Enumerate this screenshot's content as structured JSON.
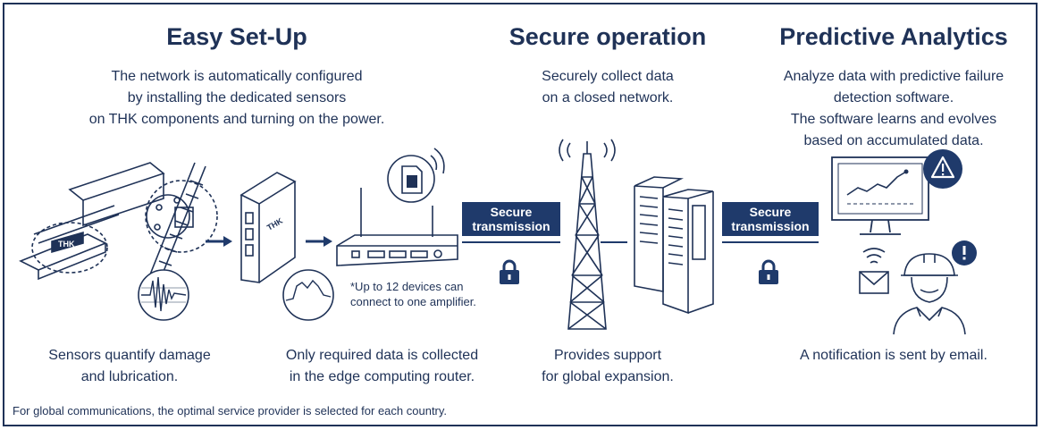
{
  "sections": {
    "easy_setup": {
      "title": "Easy Set-Up",
      "description": "The network is automatically configured\nby installing the dedicated sensors\non THK components and turning on the power."
    },
    "secure_operation": {
      "title": "Secure operation",
      "description": "Securely collect data\non a closed network."
    },
    "predictive_analytics": {
      "title": "Predictive Analytics",
      "description": "Analyze data with predictive failure\ndetection software.\nThe software learns and evolves\nbased on accumulated data."
    }
  },
  "captions": {
    "sensors": "Sensors quantify damage\nand lubrication.",
    "router": "Only required data is collected\nin the edge computing router.",
    "support": "Provides support\nfor global expansion.",
    "notification": "A notification is sent by email."
  },
  "device_note": "*Up to 12 devices can\nconnect to one amplifier.",
  "transmission_label": "Secure\ntransmission",
  "footer": "For global communications, the optimal service provider is selected for each country.",
  "brand": "THK",
  "icons": [
    "linear-guide",
    "ball-screw",
    "sensor-waveform",
    "edge-computer",
    "wifi-router",
    "sim-card",
    "padlock",
    "radio-tower",
    "server-rack",
    "monitor-chart",
    "warning-triangle",
    "envelope",
    "engineer",
    "alert-exclamation"
  ],
  "colors": {
    "navy": "#1f3a6b",
    "ink": "#1f3257"
  }
}
